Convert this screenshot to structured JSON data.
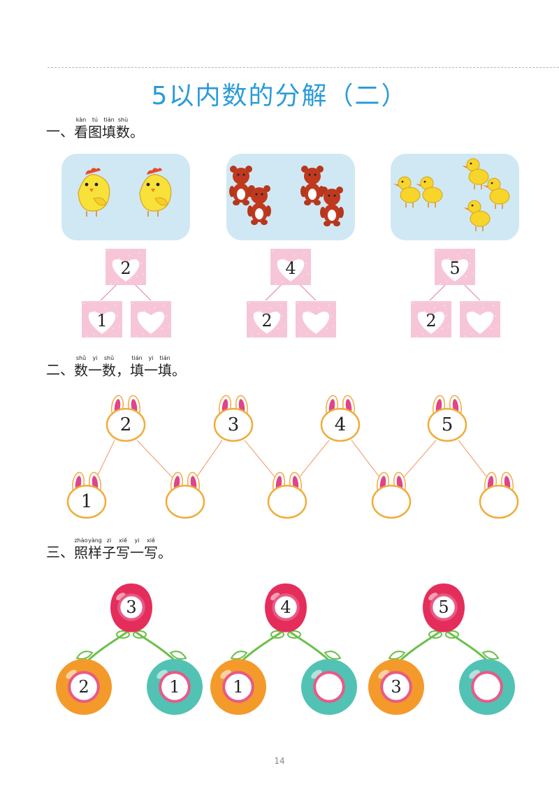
{
  "title": "5以内数的分解（二）",
  "sections": [
    {
      "number": "一、",
      "chars": [
        {
          "pinyin": "kàn",
          "han": "看"
        },
        {
          "pinyin": "tú",
          "han": "图"
        },
        {
          "pinyin": "tián",
          "han": "填"
        },
        {
          "pinyin": "shù",
          "han": "数"
        }
      ],
      "punct": "。"
    },
    {
      "number": "二、",
      "chars": [
        {
          "pinyin": "shǔ",
          "han": "数"
        },
        {
          "pinyin": "yi",
          "han": "一"
        },
        {
          "pinyin": "shǔ",
          "han": "数"
        }
      ],
      "mid_punct": "，",
      "chars2": [
        {
          "pinyin": "tián",
          "han": "填"
        },
        {
          "pinyin": "yi",
          "han": "一"
        },
        {
          "pinyin": "tián",
          "han": "填"
        }
      ],
      "punct": "。"
    },
    {
      "number": "三、",
      "chars": [
        {
          "pinyin": "zhào",
          "han": "照"
        },
        {
          "pinyin": "yàng",
          "han": "样"
        },
        {
          "pinyin": "zi",
          "han": "子"
        },
        {
          "pinyin": "xiě",
          "han": "写"
        },
        {
          "pinyin": "yi",
          "han": "一"
        },
        {
          "pinyin": "xiě",
          "han": "写"
        }
      ],
      "punct": "。"
    }
  ],
  "part1": [
    {
      "picture": "chicks",
      "count": 2,
      "top": "2",
      "left": "1",
      "right": ""
    },
    {
      "picture": "bears",
      "count": 4,
      "top": "4",
      "left": "2",
      "right": ""
    },
    {
      "picture": "ducks",
      "count": 5,
      "top": "5",
      "left": "2",
      "right": ""
    }
  ],
  "part2": {
    "tops": [
      "2",
      "3",
      "4",
      "5"
    ],
    "bottoms": [
      "1",
      "",
      "",
      "",
      ""
    ]
  },
  "part3": [
    {
      "top": "3",
      "left": "2",
      "right": "1"
    },
    {
      "top": "4",
      "left": "1",
      "right": ""
    },
    {
      "top": "5",
      "left": "3",
      "right": ""
    }
  ],
  "colors": {
    "title": "#2b9bd8",
    "picture_bg": "#cfe8f4",
    "heart_tile": "#f6c6d8",
    "bunny_ear": "#f0ac3a",
    "bunny_inner": "#e0448a",
    "berry_top": "#e52d5b",
    "berry_left": "#f39a2b",
    "berry_right": "#52c2b4",
    "vine": "#6cc04a"
  },
  "page_number": "14"
}
